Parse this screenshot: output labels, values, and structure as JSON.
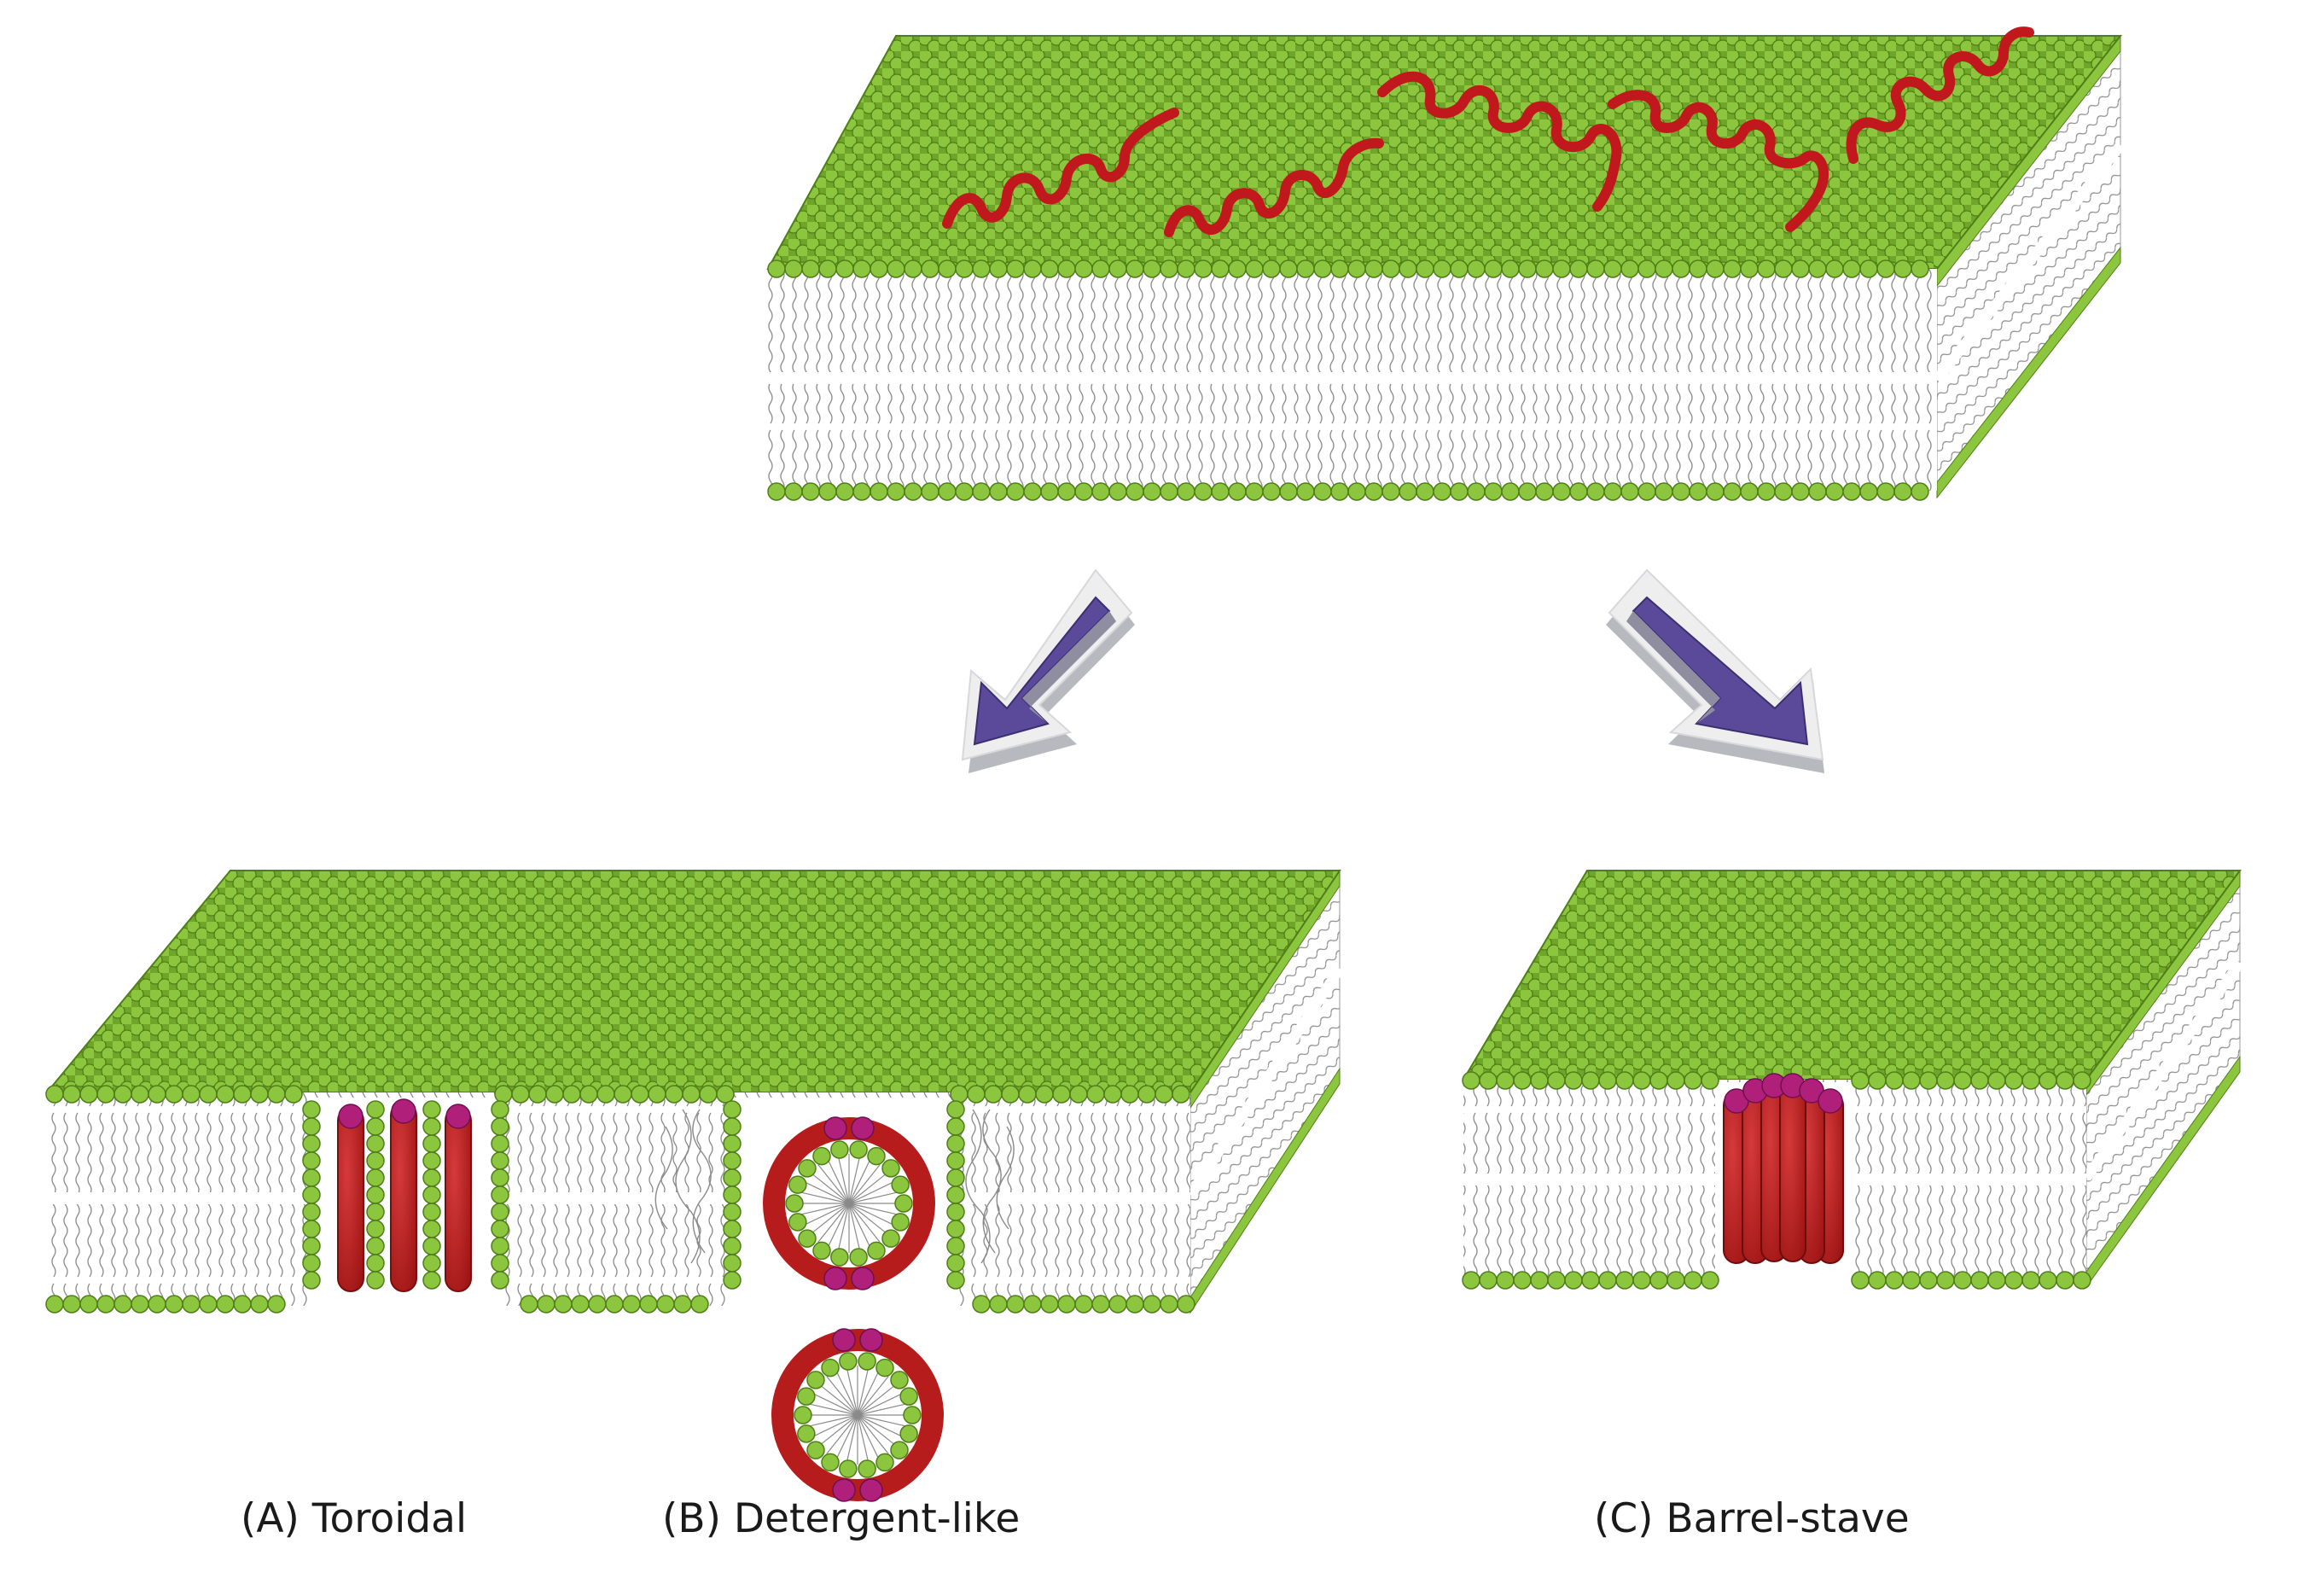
{
  "labels": {
    "toroidal": "(A) Toroidal",
    "detergent": "(B) Detergent-like",
    "barrel": "(C) Barrel-stave"
  },
  "colors": {
    "lipid_head": "#8cc63e",
    "lipid_head_edge": "#4f7d18",
    "lipid_tail": "#8a8a8a",
    "peptide": "#b71c1c",
    "peptide_end": "#b0207a",
    "arrow_fill": "#5b4a9a",
    "arrow_bevel": "#e4e4e8"
  },
  "icons": [
    "lipid-bilayer",
    "helical-peptide",
    "pore",
    "micelle",
    "arrow"
  ]
}
